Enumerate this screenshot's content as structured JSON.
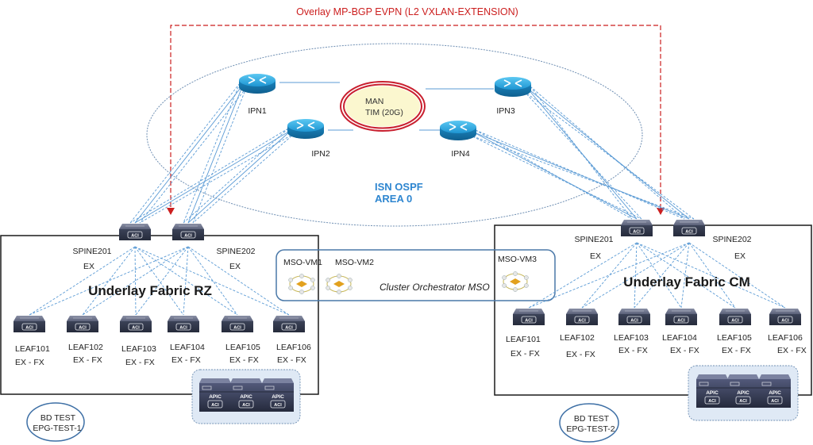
{
  "overlay": {
    "title": "Overlay MP-BGP EVPN (L2 VXLAN-EXTENSION)",
    "color": "#cc1f1f"
  },
  "isn": {
    "title_line1": "ISN OSPF",
    "title_line2": "AREA 0",
    "color": "#2e86d0"
  },
  "man": {
    "line1": "MAN",
    "line2": "TIM (20G)",
    "fill": "#fbf7cf",
    "ring_color": "#c9202f"
  },
  "ipn_routers": [
    {
      "name": "IPN1"
    },
    {
      "name": "IPN2"
    },
    {
      "name": "IPN3"
    },
    {
      "name": "IPN4"
    }
  ],
  "mso": {
    "cluster_label": "Cluster Orchestrator MSO",
    "vms": [
      {
        "name": "MSO-VM1"
      },
      {
        "name": "MSO-VM2"
      },
      {
        "name": "MSO-VM3"
      }
    ]
  },
  "fabrics": [
    {
      "title": "Underlay Fabric RZ",
      "spines": [
        {
          "name": "SPINE201",
          "model": "EX"
        },
        {
          "name": "SPINE202",
          "model": "EX"
        }
      ],
      "leaves": [
        {
          "name": "LEAF101",
          "model": "EX - FX"
        },
        {
          "name": "LEAF102",
          "model": "EX - FX"
        },
        {
          "name": "LEAF103",
          "model": "EX - FX"
        },
        {
          "name": "LEAF104",
          "model": "EX - FX"
        },
        {
          "name": "LEAF105",
          "model": "EX - FX"
        },
        {
          "name": "LEAF106",
          "model": "EX - FX"
        }
      ],
      "apic_label": "APIC",
      "acl_label": "ACI",
      "bd": {
        "line1": "BD TEST",
        "line2": "EPG-TEST-1"
      }
    },
    {
      "title": "Underlay Fabric CM",
      "spines": [
        {
          "name": "SPINE201",
          "model": "EX"
        },
        {
          "name": "SPINE202",
          "model": "EX"
        }
      ],
      "leaves": [
        {
          "name": "LEAF101",
          "model": "EX - FX"
        },
        {
          "name": "LEAF102",
          "model": "EX - FX"
        },
        {
          "name": "LEAF103",
          "model": "EX - FX"
        },
        {
          "name": "LEAF104",
          "model": "EX - FX"
        },
        {
          "name": "LEAF105",
          "model": "EX - FX"
        },
        {
          "name": "LEAF106",
          "model": "EX - FX"
        }
      ],
      "apic_label": "APIC",
      "acl_label": "ACI",
      "bd": {
        "line1": "BD TEST",
        "line2": "EPG-TEST-2"
      }
    }
  ],
  "colors": {
    "link": "#5b9bd5",
    "router": "#1f9ad6",
    "switch": "#3b4257",
    "fabric_border": "#1a1a1a",
    "mso_border": "#4a78a8",
    "bd_border": "#3d6fa5"
  }
}
